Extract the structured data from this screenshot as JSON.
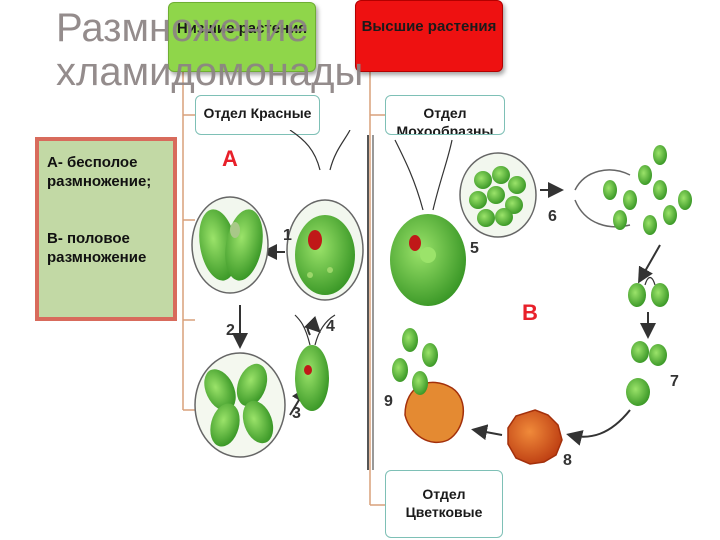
{
  "title": "Размножение хламидомонады",
  "tree": {
    "lower_plants": "Низшие растения",
    "higher_plants": "Высшие растения",
    "division_red": "Отдел Красные",
    "division_moss": "Отдел Мохообразны",
    "division_flower": "Отдел Цветковые"
  },
  "legend": {
    "asexual": "А- бесполое размножение;",
    "sexual": "В- половое размножение"
  },
  "diagram": {
    "label_a": "А",
    "label_b": "В",
    "steps": [
      "1",
      "2",
      "3",
      "4",
      "5",
      "6",
      "7",
      "8",
      "9"
    ]
  },
  "colors": {
    "lower_box": "#8fd64a",
    "higher_box": "#ee1111",
    "legend_bg": "#c2d9a5",
    "legend_border": "#d86b5c",
    "cell_green": "#4caf2f",
    "zygote": "#d9541c"
  }
}
